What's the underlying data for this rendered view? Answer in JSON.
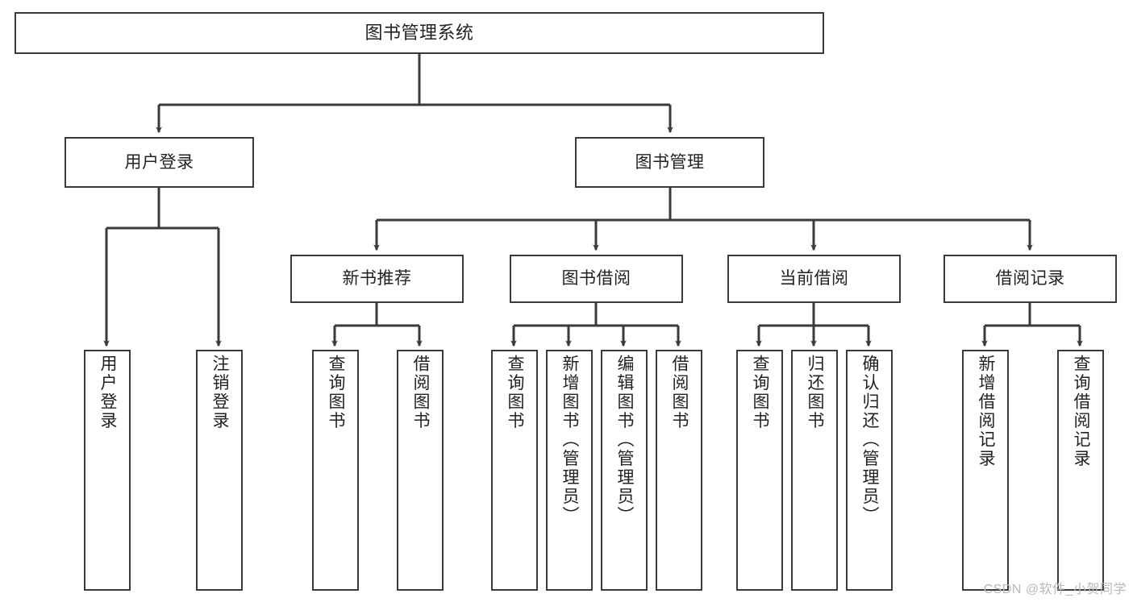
{
  "diagram": {
    "title": "图书管理系统",
    "type": "hierarchy-tree",
    "stroke_color": "#3a3a3a",
    "fill_color": "#ffffff",
    "background": "#ffffff",
    "nodes": {
      "root": {
        "label": "图书管理系统"
      },
      "level2": [
        {
          "id": "user-login",
          "label": "用户登录"
        },
        {
          "id": "book-manage",
          "label": "图书管理"
        }
      ],
      "level3": [
        {
          "id": "new-book-rec",
          "label": "新书推荐"
        },
        {
          "id": "book-borrow",
          "label": "图书借阅"
        },
        {
          "id": "current-borrow",
          "label": "当前借阅"
        },
        {
          "id": "borrow-record",
          "label": "借阅记录"
        }
      ],
      "leaves": {
        "user_login": [
          {
            "id": "leaf-user-login",
            "label": "用户登录"
          },
          {
            "id": "leaf-logout",
            "label": "注销登录"
          }
        ],
        "new_book_rec": [
          {
            "id": "leaf-query-book-1",
            "label": "查询图书"
          },
          {
            "id": "leaf-borrow-book-1",
            "label": "借阅图书"
          }
        ],
        "book_borrow": [
          {
            "id": "leaf-query-book-2",
            "label": "查询图书"
          },
          {
            "id": "leaf-add-book",
            "label": "新增图书（管理员）"
          },
          {
            "id": "leaf-edit-book",
            "label": "编辑图书（管理员）"
          },
          {
            "id": "leaf-borrow-book-2",
            "label": "借阅图书"
          }
        ],
        "current_borrow": [
          {
            "id": "leaf-query-book-3",
            "label": "查询图书"
          },
          {
            "id": "leaf-return-book",
            "label": "归还图书"
          },
          {
            "id": "leaf-confirm-return",
            "label": "确认归还（管理员）"
          }
        ],
        "borrow_record": [
          {
            "id": "leaf-add-record",
            "label": "新增借阅记录"
          },
          {
            "id": "leaf-query-record",
            "label": "查询借阅记录"
          }
        ]
      }
    }
  },
  "watermark": {
    "text": "CSDN @软件_小贺同学"
  }
}
